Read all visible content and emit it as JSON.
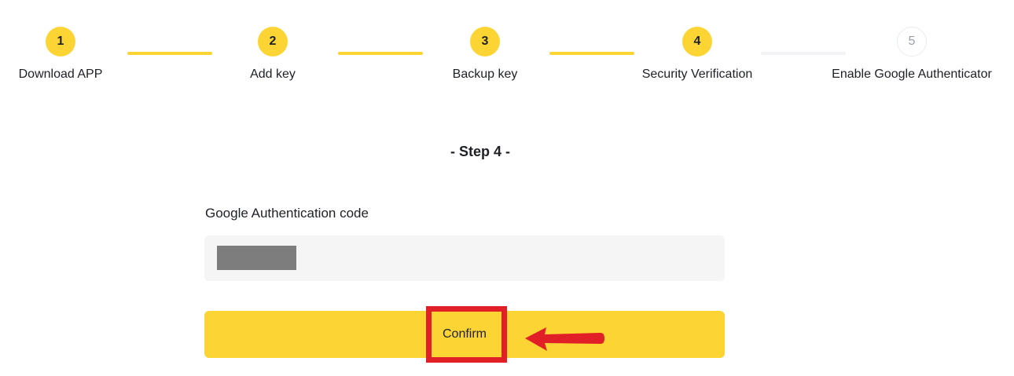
{
  "stepper": {
    "steps": [
      {
        "number": "1",
        "label": "Download APP",
        "state": "done"
      },
      {
        "number": "2",
        "label": "Add key",
        "state": "done"
      },
      {
        "number": "3",
        "label": "Backup key",
        "state": "done"
      },
      {
        "number": "4",
        "label": "Security Verification",
        "state": "done"
      },
      {
        "number": "5",
        "label": "Enable Google Authenticator",
        "state": "pending"
      }
    ],
    "connectors": [
      {
        "state": "done"
      },
      {
        "state": "done"
      },
      {
        "state": "done"
      },
      {
        "state": "pending"
      }
    ]
  },
  "main": {
    "step_title": "- Step 4 -",
    "field_label": "Google Authentication code",
    "code_input": {
      "value": "",
      "placeholder": "",
      "redacted": true
    },
    "confirm_label": "Confirm"
  },
  "annotations": {
    "highlight_box_target": "Confirm",
    "arrow_direction": "left"
  },
  "colors": {
    "brand_yellow": "#fcd535",
    "text_primary": "#1e2026",
    "input_bg": "#f5f5f5",
    "connector_pending": "#f3f3f5",
    "pending_circle_border": "#eaecef",
    "pending_circle_text": "#9aa0a6",
    "annotation_red": "#e01f26",
    "redaction_grey": "#7d7d7d"
  }
}
